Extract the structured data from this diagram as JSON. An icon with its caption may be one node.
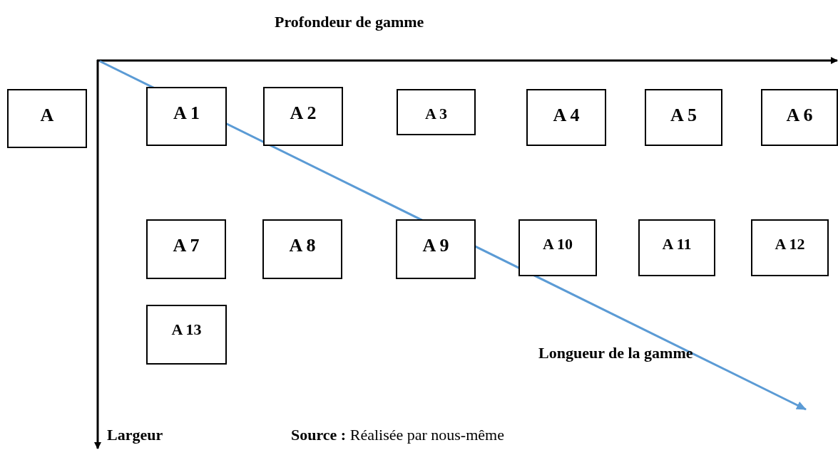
{
  "diagram": {
    "caption": "**Source :** Réalisée par nous-même",
    "nodes": [
      {
        "text": [
          "A"
        ]
      },
      {
        "text": [
          "A 1"
        ]
      },
      {
        "text": [
          "A 2"
        ]
      },
      {
        "text": [
          "A 3"
        ]
      },
      {
        "text": [
          "A 4"
        ]
      },
      {
        "text": [
          "A 5"
        ]
      },
      {
        "text": [
          "A 6"
        ]
      },
      {
        "text": [
          "A 7"
        ]
      },
      {
        "text": [
          "A 8"
        ]
      },
      {
        "text": [
          "A 9"
        ]
      },
      {
        "text": [
          "A 10"
        ]
      },
      {
        "text": [
          "A 11"
        ]
      },
      {
        "text": [
          "A 12"
        ]
      },
      {
        "text": [
          "A 13"
        ]
      }
    ],
    "edges": [],
    "labels": [
      "Profondeur de gamme",
      "Longueur de la gamme",
      "Largeur"
    ]
  }
}
